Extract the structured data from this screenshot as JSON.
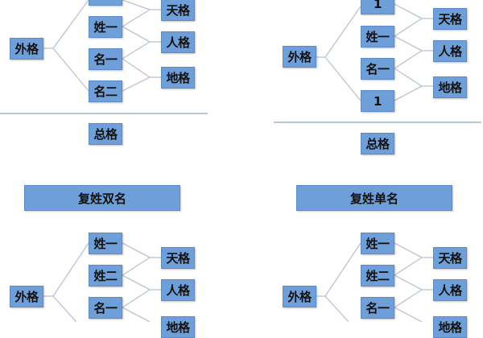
{
  "diagrams": [
    {
      "id": "top-left",
      "title": null,
      "outer": "外格",
      "middle": [
        "",
        "姓一",
        "名一",
        "名二"
      ],
      "right": [
        "天格",
        "人格",
        "地格"
      ],
      "total": "总格"
    },
    {
      "id": "top-right",
      "title": null,
      "outer": "外格",
      "middle": [
        "1",
        "姓一",
        "名一",
        "1"
      ],
      "right": [
        "天格",
        "人格",
        "地格"
      ],
      "total": "总格"
    },
    {
      "id": "bottom-left",
      "title": "复姓双名",
      "outer": "外格",
      "middle": [
        "姓一",
        "姓二",
        "名一"
      ],
      "right": [
        "天格",
        "人格",
        "地格"
      ]
    },
    {
      "id": "bottom-right",
      "title": "复姓单名",
      "outer": "外格",
      "middle": [
        "姓一",
        "姓二",
        "名一"
      ],
      "right": [
        "天格",
        "人格",
        "地格"
      ]
    }
  ],
  "colors": {
    "box_fill": "#6f9fd8",
    "box_border": "#5b8bc6",
    "connector": "#b8c4d0",
    "text": "#111111"
  }
}
